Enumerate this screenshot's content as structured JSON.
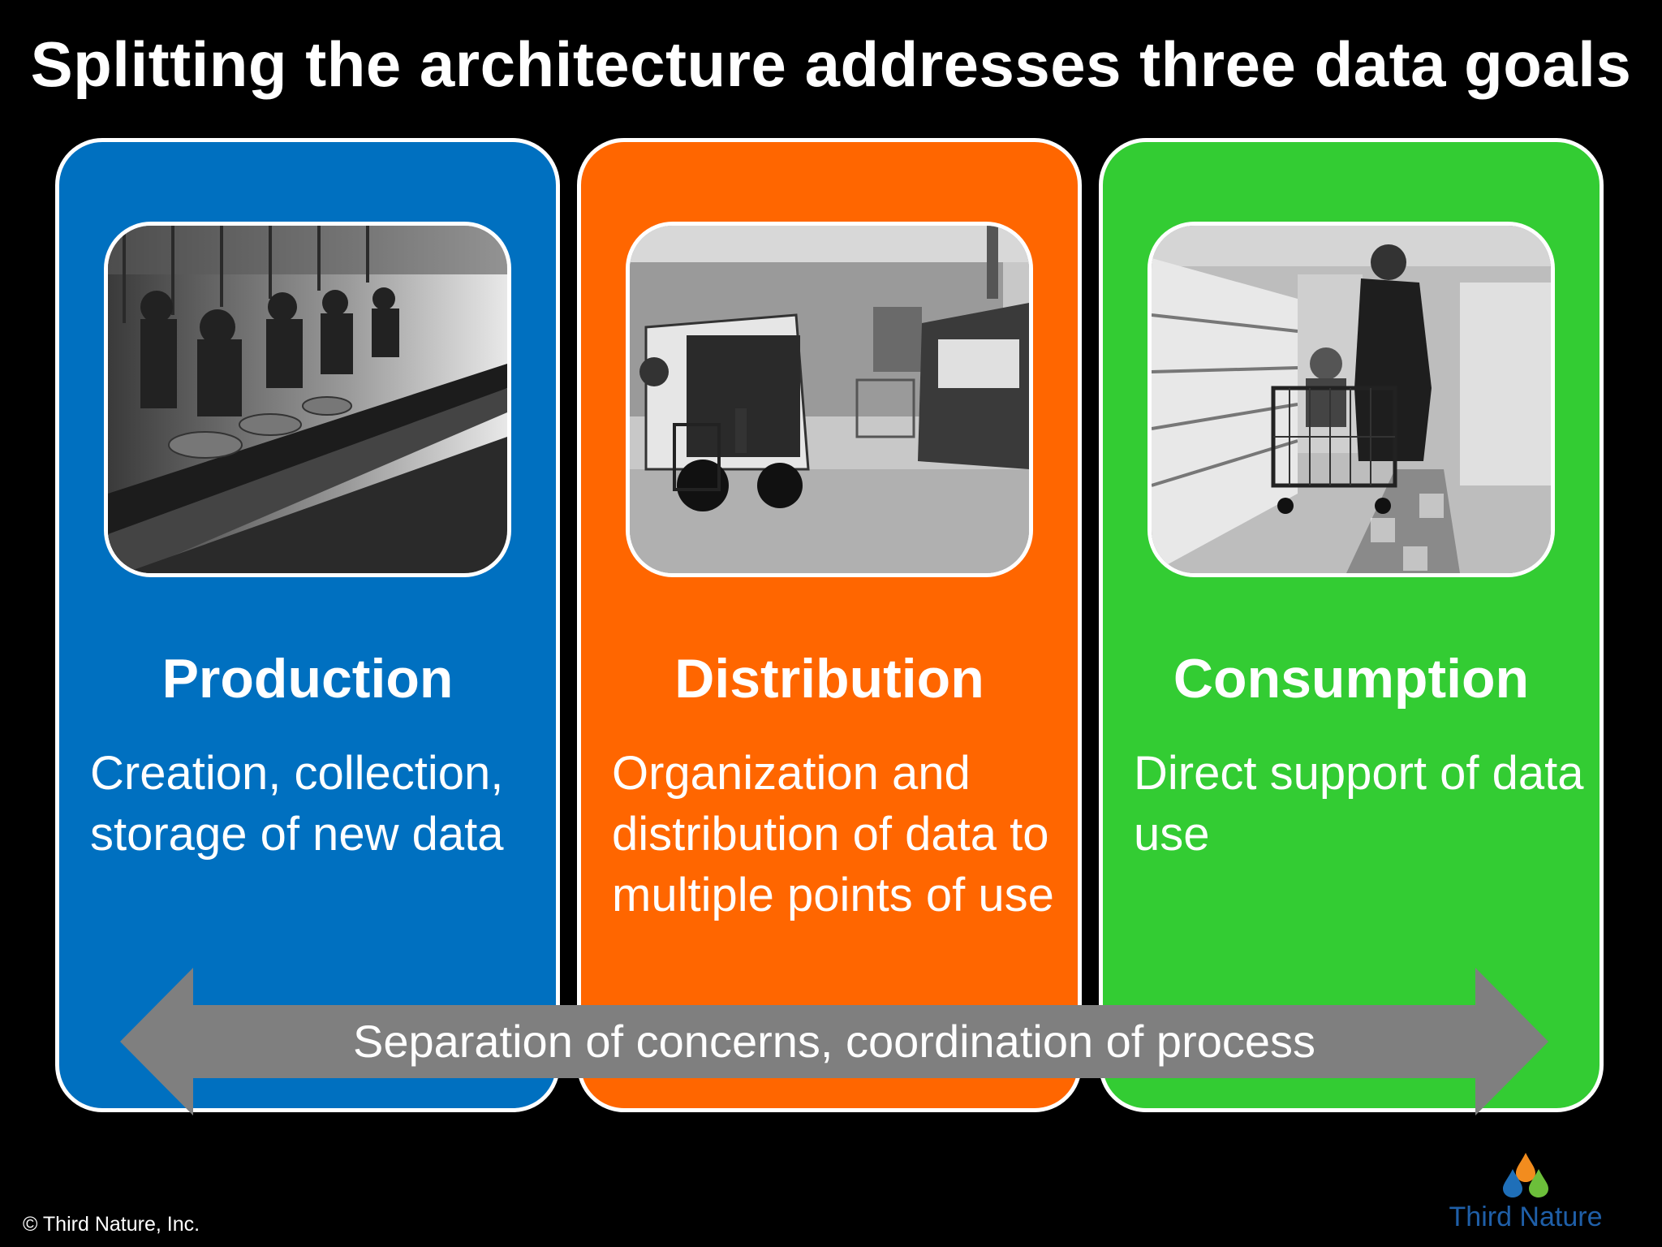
{
  "title": "Splitting the architecture addresses three data goals",
  "panels": [
    {
      "heading": "Production",
      "description": "Creation, collection, storage of new data",
      "color": "#0070C0",
      "photo": "factory-assembly-line-photo"
    },
    {
      "heading": "Distribution",
      "description": "Organization and distribution of data to multiple points of use",
      "color": "#FF6600",
      "photo": "delivery-truck-loading-dock-photo"
    },
    {
      "heading": "Consumption",
      "description": "Direct support of data use",
      "color": "#33CC33",
      "photo": "grocery-store-shopper-photo"
    }
  ],
  "arrow": {
    "label": "Separation of concerns, coordination of process",
    "color": "#7F7F7F"
  },
  "footer": {
    "copyright": "© Third Nature, Inc.",
    "logo_text": "Third Nature"
  }
}
